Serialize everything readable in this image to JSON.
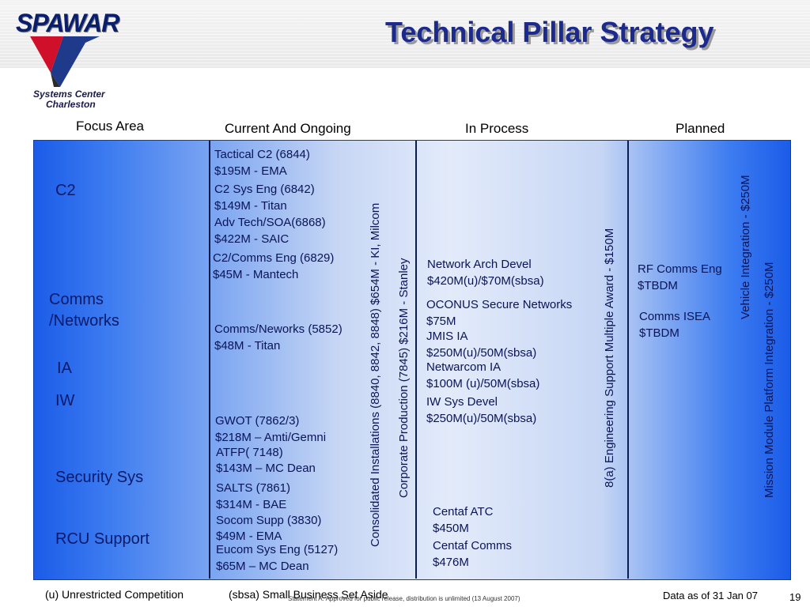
{
  "header": {
    "logo_word": "SPAWAR",
    "logo_line1": "Systems Center",
    "logo_line2": "Charleston",
    "title": "Technical Pillar Strategy"
  },
  "columns": {
    "focus": "Focus Area",
    "current": "Current And Ongoing",
    "in_process": "In Process",
    "planned": "Planned"
  },
  "focus_areas": [
    "C2",
    "Comms",
    "/Networks",
    "IA",
    "IW",
    "Security Sys",
    "RCU Support"
  ],
  "current": [
    "Tactical C2 (6844)",
    "$195M - EMA",
    "C2 Sys Eng (6842)",
    "$149M - Titan",
    "Adv Tech/SOA(6868)",
    "$422M - SAIC",
    "C2/Comms Eng (6829)",
    "$45M - Mantech",
    "Comms/Neworks (5852)",
    "$48M - Titan",
    "GWOT (7862/3)",
    "$218M – Amti/Gemni",
    "ATFP( 7148)",
    "$143M – MC Dean",
    "SALTS (7861)",
    "$314M - BAE",
    "Socom Supp (3830)",
    "$49M - EMA",
    "Eucom Sys Eng (5127)",
    "$65M – MC Dean"
  ],
  "current_vertical": [
    "Consolidated Installations (8840, 8842, 8848) $654M - KI, Milcom",
    "Corporate Production (7845)  $216M  - Stanley"
  ],
  "in_process": [
    "Network Arch Devel",
    "$420M(u)/$70M(sbsa)",
    "OCONUS Secure Networks",
    "$75M",
    "JMIS IA",
    "$250M(u)/50M(sbsa)",
    "Netwarcom IA",
    "$100M (u)/50M(sbsa)",
    "IW Sys Devel",
    "$250M(u)/50M(sbsa)",
    "Centaf ATC",
    "$450M",
    "Centaf Comms",
    "$476M"
  ],
  "in_process_vertical": "8(a) Engineering Support  Multiple Award - $150M",
  "planned": [
    "RF Comms Eng",
    "$TBDM",
    "Comms ISEA",
    "$TBDM"
  ],
  "planned_vertical": [
    "Vehicle Integration -  $250M",
    "Mission Module Platform Integration - $250M"
  ],
  "footer": {
    "legend_u": "(u) Unrestricted Competition",
    "legend_sbsa": "(sbsa) Small Business Set Aside",
    "statement": "Statement A:  Approved for public release, distribution is unlimited (13 August 2007)",
    "data_as_of": "Data as of 31 Jan 07",
    "page_number": "19"
  }
}
